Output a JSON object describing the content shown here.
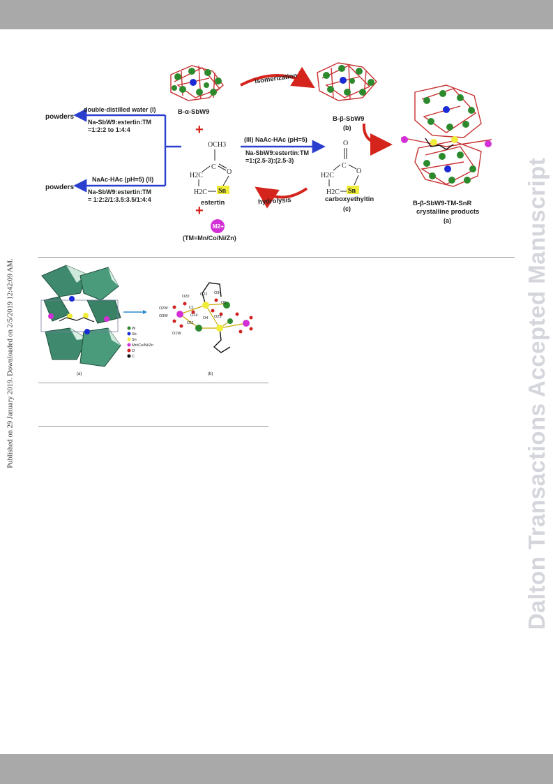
{
  "side_text": {
    "published": "Published on 29 January 2019. Downloaded on 2/5/2019 12:42:09 AM.",
    "journal": "Dalton Transactions Accepted Manuscript"
  },
  "scheme": {
    "powders_1": "powders",
    "powders_2": "powders",
    "route1_cond": "double-distilled water (I)",
    "route1_ratio_a": "Na-SbW9:estertin:TM",
    "route1_ratio_b": "=1:2:2 to 1:4:4",
    "route2_cond": "NaAc-HAc (pH=5)  (II)",
    "route2_ratio_a": "Na-SbW9:estertin:TM",
    "route2_ratio_b": "= 1:2:2/1:3.5:3.5/1:4:4",
    "route3_cond": "(III) NaAc-HAc (pH=5)",
    "route3_ratio_a": "Na-SbW9:estertin:TM",
    "route3_ratio_b": "=1:(2.5-3):(2.5-3)",
    "alpha_label": "B-α-SbW9",
    "beta_label": "B-β-SbW9",
    "beta_sub": "(b)",
    "isomerization": "isomerization",
    "hydrolysis": "hydrolysis",
    "estertin_och3": "OCH3",
    "estertin_c": "C",
    "estertin_o": "O",
    "estertin_h2c_1": "H2C",
    "estertin_h2c_2": "H2C",
    "estertin_sn": "Sn",
    "estertin_label": "estertin",
    "carboxy_o_top": "O",
    "carboxy_c": "C",
    "carboxy_o": "O",
    "carboxy_h2c_1": "H2C",
    "carboxy_h2c_2": "H2C",
    "carboxy_sn": "Sn",
    "carboxy_label": "carboxyethyltin",
    "carboxy_sub": "(c)",
    "tm_ion": "M2+",
    "tm_label": "(TM=Mn/Co/Ni/Zn)",
    "product_label_1": "B-β-SbW9-TM-SnR",
    "product_label_2": "crystalline products",
    "product_sub": "(a)",
    "plus": "+",
    "colors": {
      "arrow_blue": "#2b3fcf",
      "arrow_red": "#d4241c",
      "sn_yellow": "#f0ec3a",
      "tm_magenta": "#d32fd6",
      "w_green": "#2c8a2c",
      "o_red": "#d02020",
      "sb_blue": "#1a2ad6"
    }
  },
  "figure2": {
    "sub_a": "(a)",
    "sub_b": "(b)",
    "legend": [
      "W",
      "Sb",
      "Sn",
      "Mn/Co/Ni/Zn",
      "O",
      "C"
    ],
    "atom_labels": [
      "O20",
      "O22",
      "O34",
      "O2W",
      "O3W",
      "C1",
      "O5",
      "O24",
      "O4",
      "O23",
      "O11",
      "O1W"
    ]
  }
}
